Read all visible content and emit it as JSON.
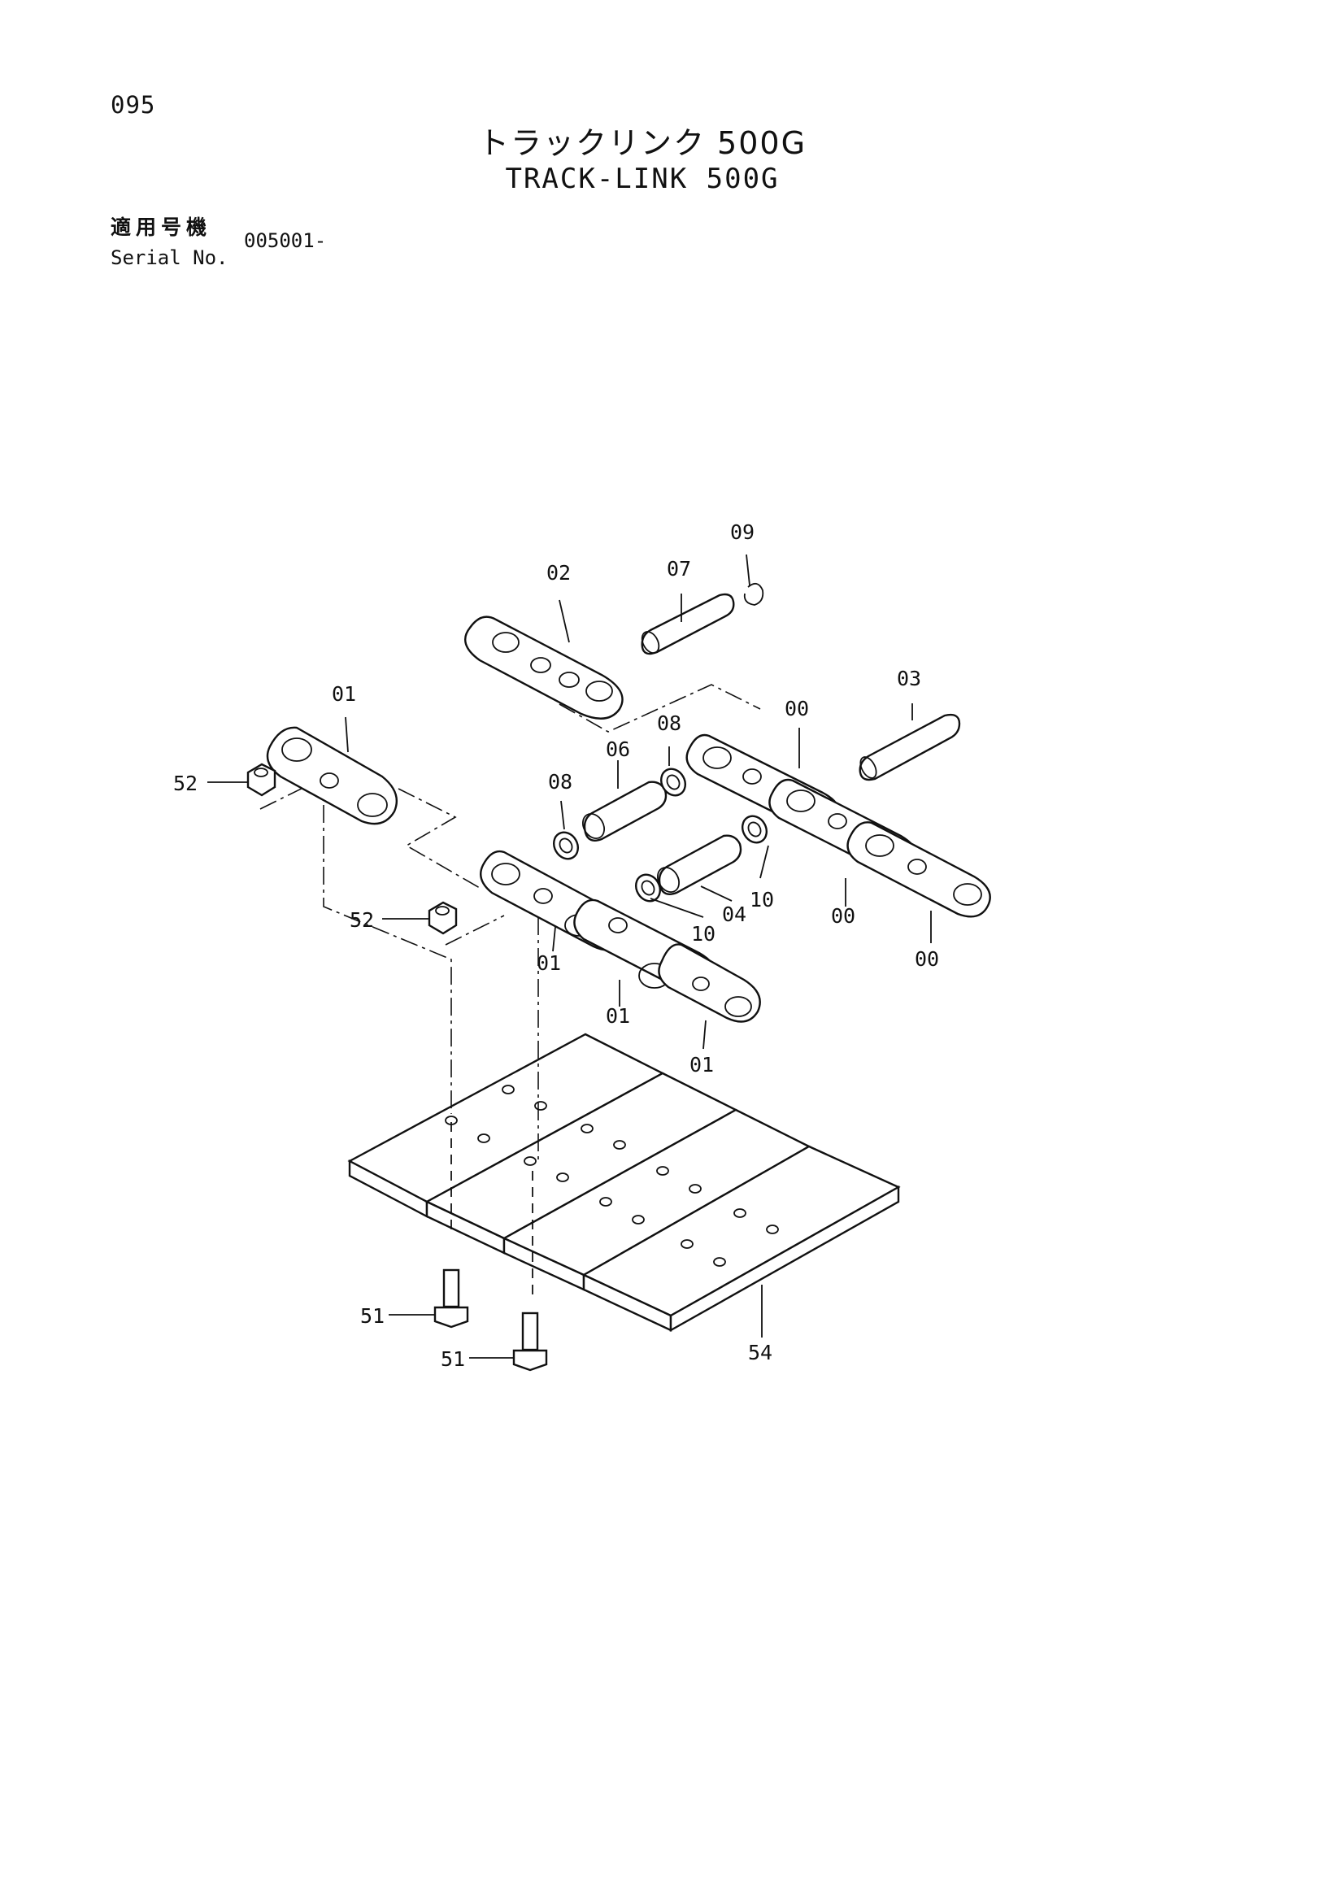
{
  "header": {
    "page_number": "095",
    "title_jp": "トラックリンク 500G",
    "title_en": "TRACK-LINK 500G",
    "serial_label_jp": "適用号機",
    "serial_label_en": "Serial No.",
    "serial_value": "005001-"
  },
  "callouts": {
    "c09": "09",
    "c02": "02",
    "c07": "07",
    "c03": "03",
    "c01_top": "01",
    "c00_a": "00",
    "c08_a": "08",
    "c06": "06",
    "c08_b": "08",
    "c52_a": "52",
    "c10_a": "10",
    "c04": "04",
    "c10_b": "10",
    "c00_b": "00",
    "c52_b": "52",
    "c00_c": "00",
    "c01_a": "01",
    "c01_b": "01",
    "c01_c": "01",
    "c51_a": "51",
    "c51_b": "51",
    "c54": "54"
  }
}
